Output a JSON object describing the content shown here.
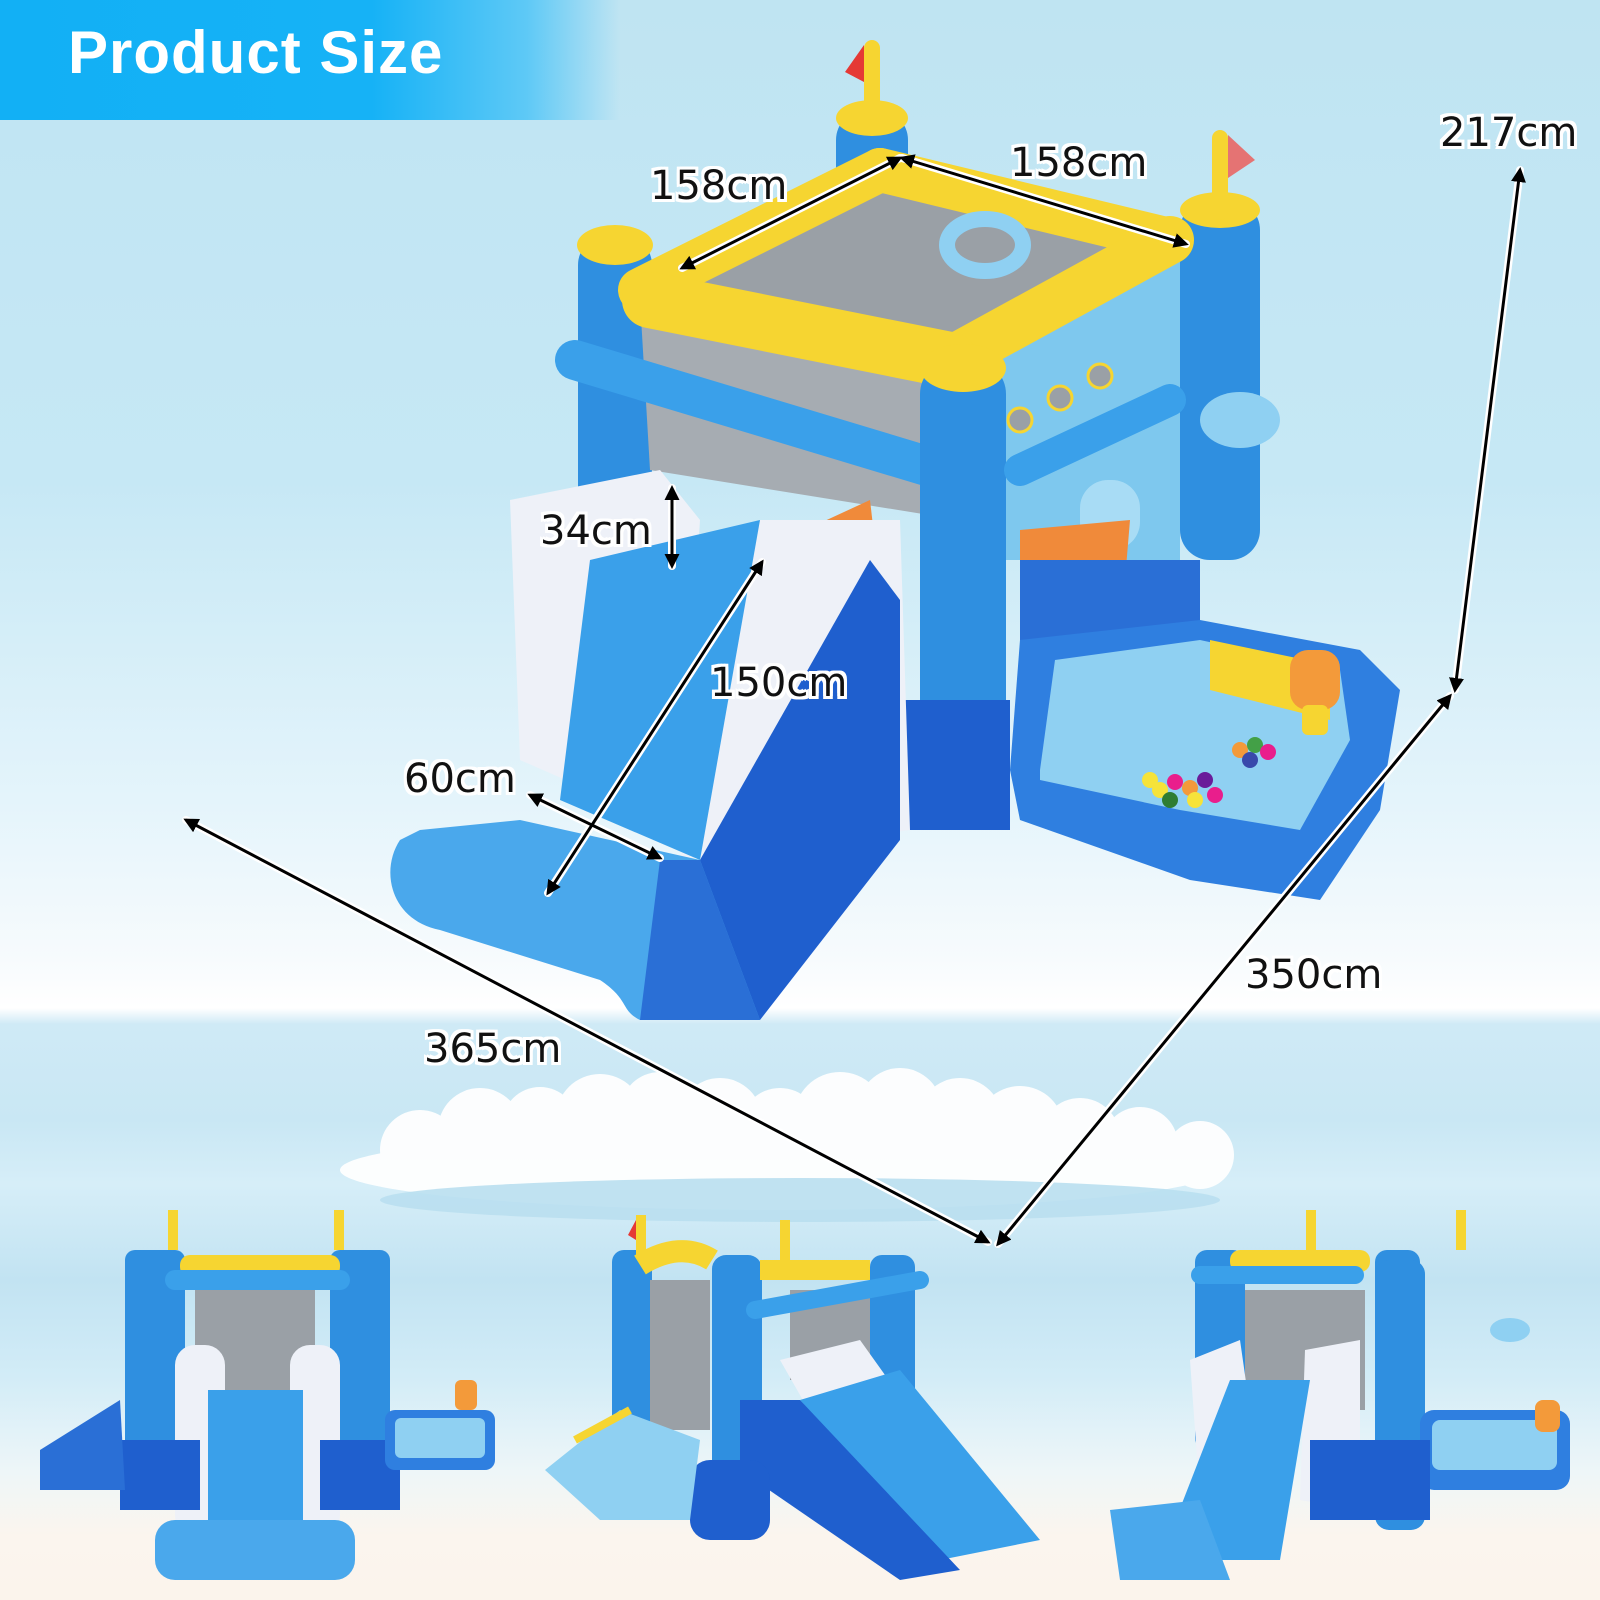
{
  "header": {
    "title": "Product Size",
    "banner_color": "#12b0f5"
  },
  "main_product": {
    "description": "Inflatable bounce house with twin slides, basketball hoop and ball pit",
    "colors": {
      "tower_blue": "#2f8fe0",
      "rail_yellow": "#f6d531",
      "slide_light_blue": "#3aa0ea",
      "slide_white": "#eef1f8",
      "base_dark_blue": "#1f5fce",
      "orange_wall": "#f08a3a",
      "mesh_gray": "#9aa0a6",
      "flag_red": "#e53935"
    }
  },
  "dimensions": {
    "height": "217cm",
    "top_left_edge": "158cm",
    "top_right_edge": "158cm",
    "slide_wall_height": "34cm",
    "slide_length": "150cm",
    "slide_width": "60cm",
    "total_length": "365cm",
    "total_width": "350cm"
  },
  "thumbnails": [
    {
      "view": "front-view"
    },
    {
      "view": "side-angle-view"
    },
    {
      "view": "three-quarter-view"
    }
  ]
}
